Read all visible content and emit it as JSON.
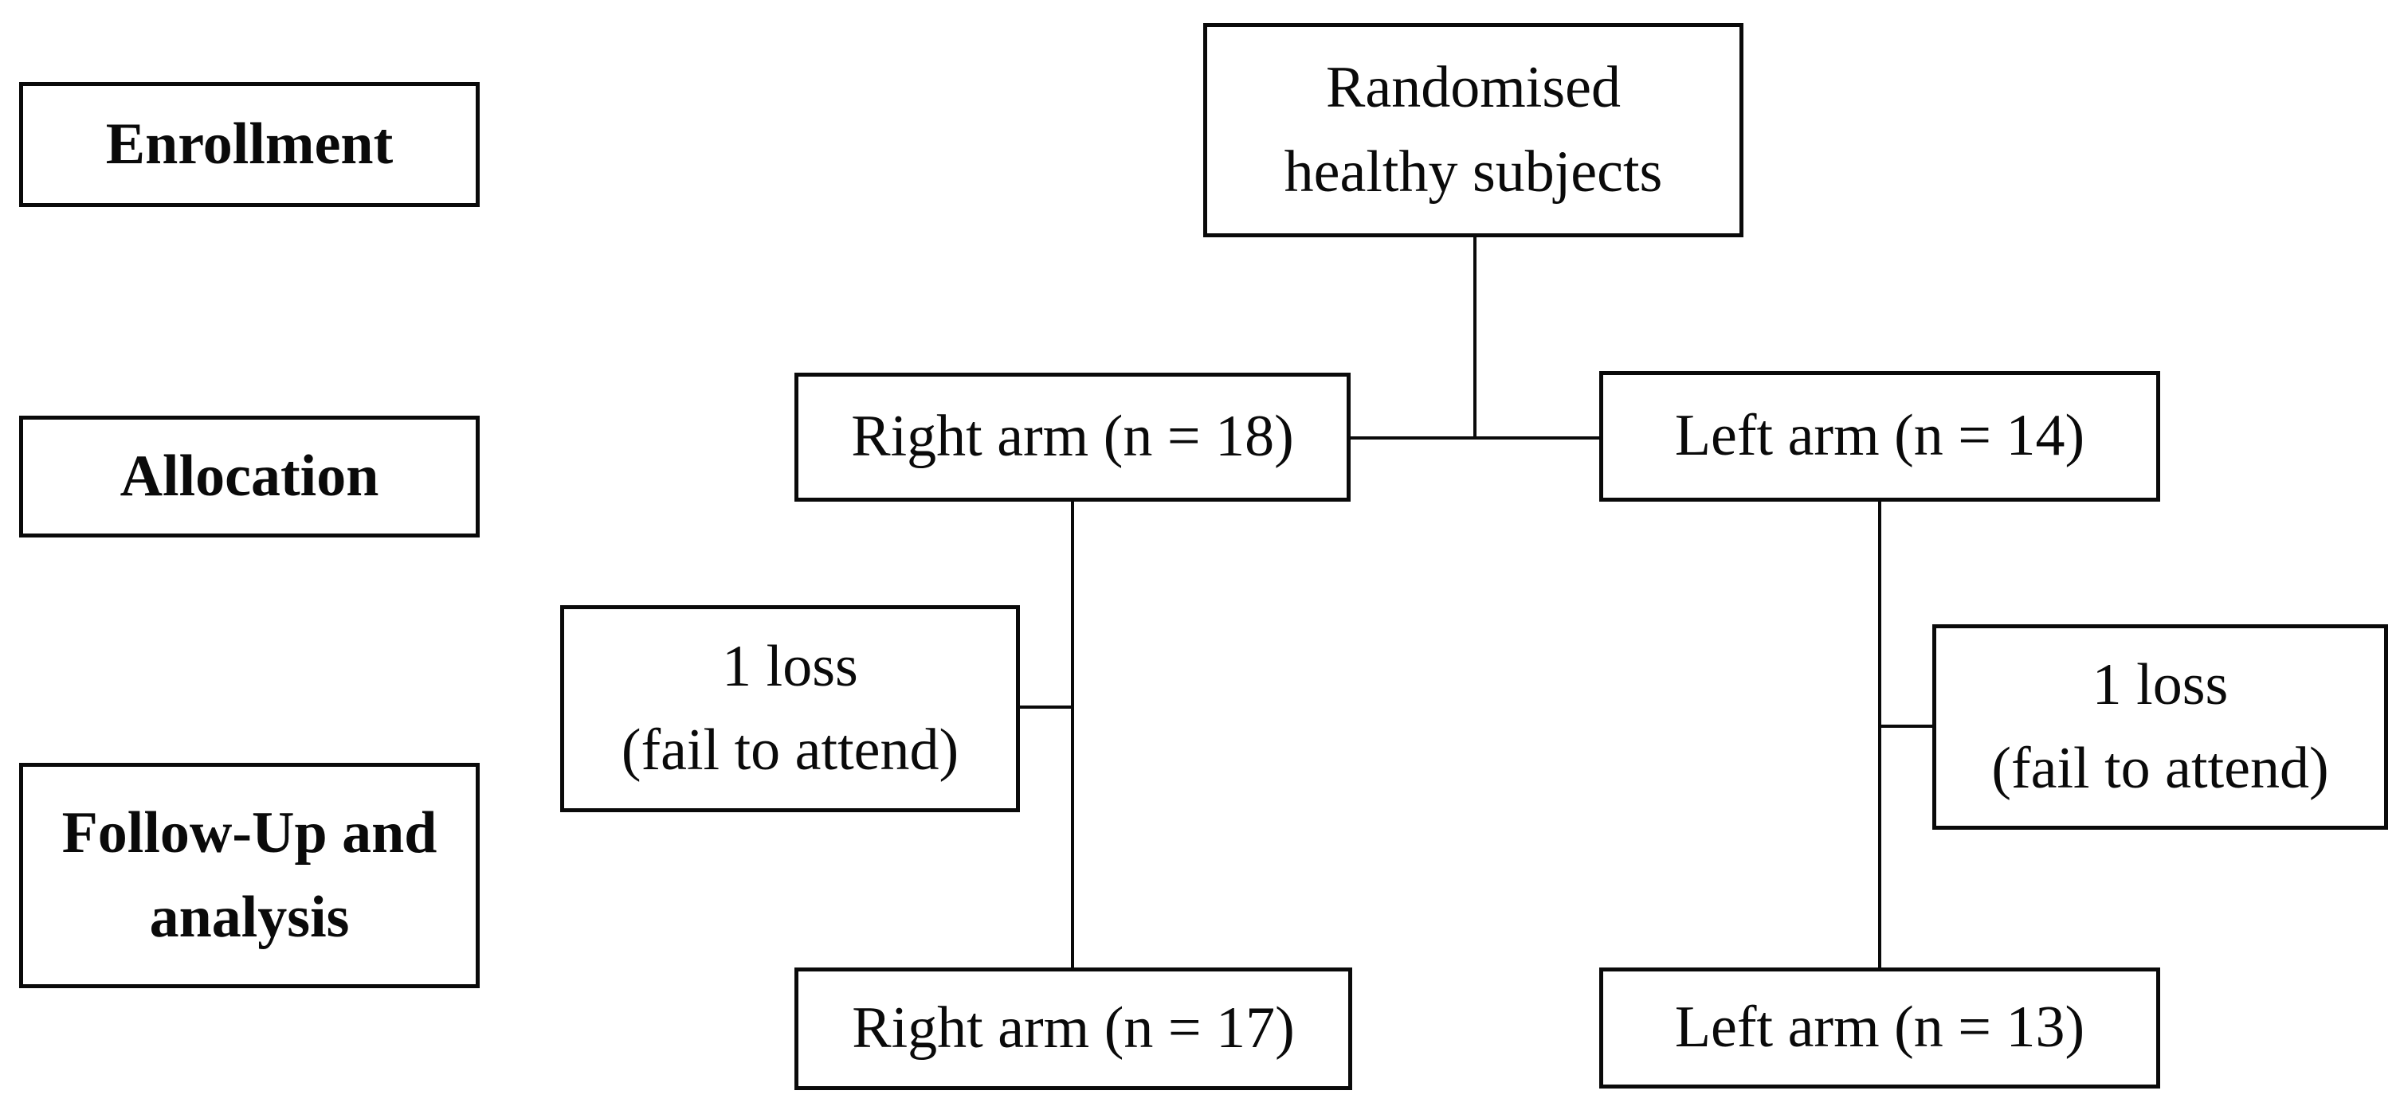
{
  "colors": {
    "background": "#ffffff",
    "border": "#0a0a0a",
    "text": "#0a0a0a"
  },
  "stage_labels": {
    "enrollment": "Enrollment",
    "allocation": "Allocation",
    "followup": "Follow-Up and\nanalysis"
  },
  "flow": {
    "randomised": "Randomised\nhealthy subjects",
    "right_arm_allocated": "Right arm (n = 18)",
    "left_arm_allocated": "Left arm (n = 14)",
    "right_arm_loss": "1 loss\n(fail to attend)",
    "left_arm_loss": "1 loss\n(fail to attend)",
    "right_arm_final": "Right arm (n = 17)",
    "left_arm_final": "Left arm (n = 13)"
  }
}
